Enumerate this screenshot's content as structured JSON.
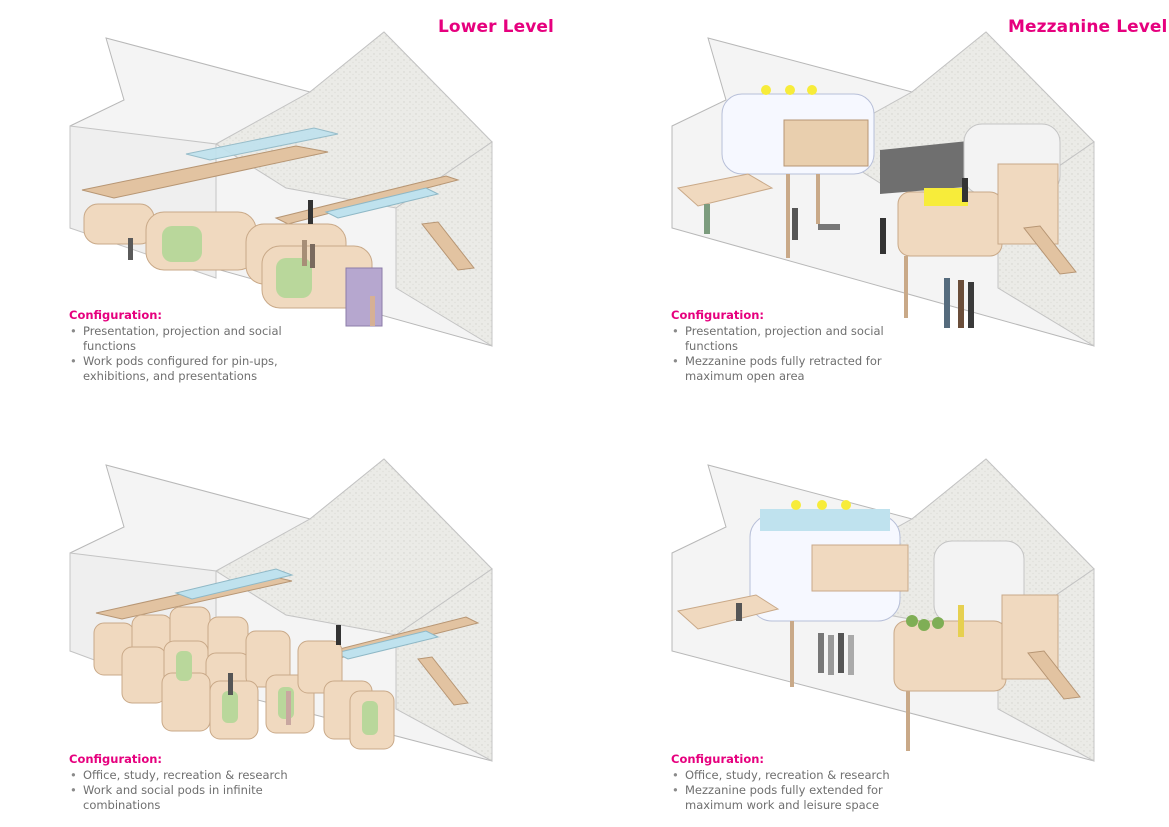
{
  "colors": {
    "accent": "#e6007e",
    "body_text": "#6f6f6f",
    "wood": "#f0d9bf",
    "pod_green": "#b9d79b",
    "glass": "#bfe2ee",
    "yellow": "#f7ec3a"
  },
  "headers": {
    "lower_level": "Lower Level",
    "mezzanine_level": "Mezzanine Level"
  },
  "panels": [
    {
      "heading": "Configuration:",
      "bullets": [
        "Presentation, projection and social functions",
        "Work pods configured for pin-ups, exhibitions, and presentations"
      ]
    },
    {
      "heading": "Configuration:",
      "bullets": [
        "Presentation, projection and social functions",
        "Mezzanine pods fully retracted for maximum open area"
      ]
    },
    {
      "heading": "Configuration:",
      "bullets": [
        "Office, study, recreation & research",
        "Work and social pods in infinite combinations"
      ]
    },
    {
      "heading": "Configuration:",
      "bullets": [
        "Office, study, recreation & research",
        "Mezzanine pods fully extended for maximum work and leisure space"
      ]
    }
  ]
}
